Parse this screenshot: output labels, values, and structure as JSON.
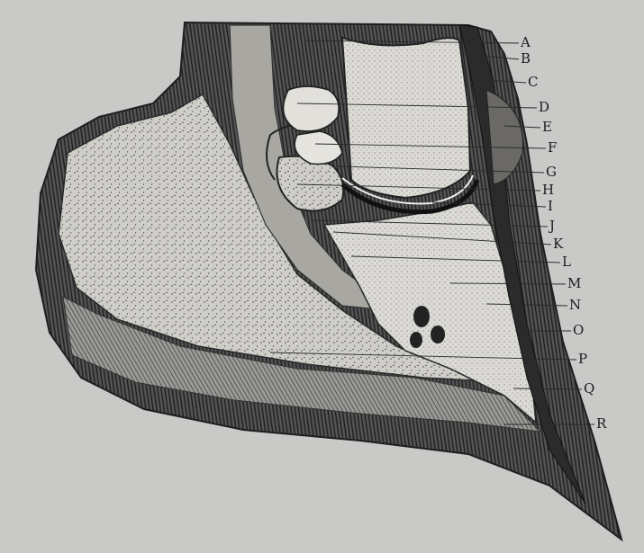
{
  "figure": {
    "labels": [
      {
        "id": "A",
        "text": "A"
      },
      {
        "id": "B",
        "text": "B"
      },
      {
        "id": "C",
        "text": "C"
      },
      {
        "id": "D",
        "text": "D"
      },
      {
        "id": "E",
        "text": "E"
      },
      {
        "id": "F",
        "text": "F"
      },
      {
        "id": "G",
        "text": "G"
      },
      {
        "id": "H",
        "text": "H"
      },
      {
        "id": "I",
        "text": "I"
      },
      {
        "id": "J",
        "text": "J"
      },
      {
        "id": "K",
        "text": "K"
      },
      {
        "id": "L",
        "text": "L"
      },
      {
        "id": "M",
        "text": "M"
      },
      {
        "id": "N",
        "text": "N"
      },
      {
        "id": "O",
        "text": "O"
      },
      {
        "id": "P",
        "text": "P"
      },
      {
        "id": "Q",
        "text": "Q"
      },
      {
        "id": "R",
        "text": "R"
      }
    ]
  },
  "colors": {
    "background": "#c9c9c7",
    "ink": "#1c1c1c",
    "bone_fill": "#d6d4cf",
    "cushion_fill": "#bdbbb6",
    "wall_dark": "#3a3a3a"
  }
}
